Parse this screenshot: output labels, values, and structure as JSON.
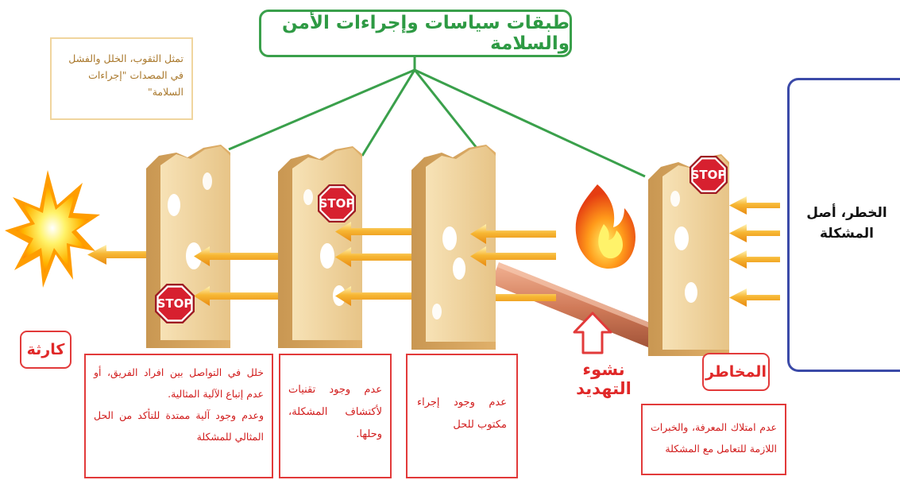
{
  "title": "طبقات سياسات وإجراءات الأمن والسلامة",
  "note": "تمثل الثقوب، الخلل والفشل في المصدات \"إجراءات السلامة\"",
  "hazard": {
    "line1": "الخطر، أصل",
    "line2": "المشكلة"
  },
  "labels": {
    "catastrophe": "كارثة",
    "risks": "المخاطر",
    "threat_emergence": "نشوء التهديد",
    "stop_sign": "STOP"
  },
  "boxes": {
    "communication": {
      "line1": "خلل في التواصل بين افراد الفريق، أو عدم إتباع الآلية المثالية.",
      "line2": "وعدم وجود آلية ممتدة للتأكد من الحل المثالي للمشكلة"
    },
    "techniques": "عدم وجود تقنيات لأكتشاف المشكلة، وحلها.",
    "procedure": "عدم وجود إجراء مكتوب للحل",
    "knowledge": "عدم امتلاك المعرفة، والخبرات اللازمة للتعامل مع المشكلة"
  },
  "colors": {
    "title_green": "#3aa04b",
    "alert_red": "#e23a3a",
    "hazard_blue": "#3b4aa8",
    "note_tan": "#f0d59e",
    "cheese": "#f1d5a0",
    "arrow_orange": "#f7a824",
    "stop_red": "#d7202f"
  },
  "icons": [
    "explosion-icon",
    "fire-icon",
    "stop-sign-icon",
    "up-arrow-icon",
    "threat-arrow-icon"
  ]
}
